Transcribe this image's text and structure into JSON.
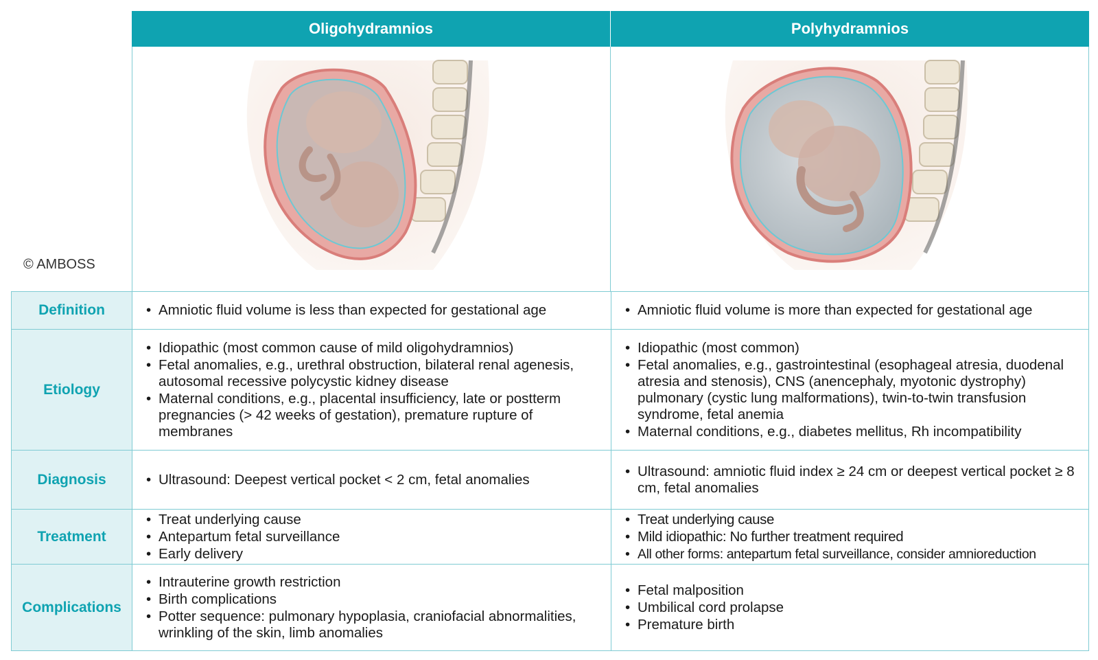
{
  "copyright": "© AMBOSS",
  "headers": {
    "left": "Oligohydramnios",
    "right": "Polyhydramnios"
  },
  "rows": [
    {
      "label": "Definition",
      "left": [
        "Amniotic fluid volume is less than expected for gestational age"
      ],
      "right": [
        "Amniotic fluid volume is more than expected for gestational age"
      ]
    },
    {
      "label": "Etiology",
      "left": [
        "Idiopathic (most common cause of mild oligohydramnios)",
        "Fetal anomalies, e.g., urethral obstruction, bilateral renal agenesis, autosomal recessive polycystic kidney disease",
        "Maternal conditions, e.g., placental insufficiency, late or postterm pregnancies (> 42 weeks of gestation), premature rupture of membranes"
      ],
      "right": [
        "Idiopathic (most common)",
        "Fetal anomalies, e.g., gastrointestinal (esophageal atresia, duodenal atresia and stenosis), CNS (anencephaly, myotonic dystrophy) pulmonary (cystic lung malformations), twin-to-twin transfusion syndrome, fetal anemia",
        "Maternal conditions, e.g., diabetes mellitus, Rh incompatibility"
      ]
    },
    {
      "label": "Diagnosis",
      "left": [
        "Ultrasound: Deepest vertical pocket < 2 cm, fetal anomalies"
      ],
      "right": [
        "Ultrasound: amniotic fluid index ≥ 24 cm or deepest vertical pocket ≥ 8 cm, fetal anomalies"
      ]
    },
    {
      "label": "Treatment",
      "left": [
        "Treat underlying cause",
        "Antepartum fetal surveillance",
        "Early delivery"
      ],
      "right": [
        "Treat underlying cause",
        "Mild idiopathic: No further treatment required",
        "All other forms: antepartum fetal surveillance, consider amnioreduction"
      ]
    },
    {
      "label": "Complications",
      "left": [
        "Intrauterine growth restriction",
        "Birth complications",
        "Potter sequence: pulmonary hypoplasia, craniofacial abnormalities, wrinkling of the skin, limb anomalies"
      ],
      "right": [
        "Fetal malposition",
        "Umbilical cord prolapse",
        "Premature birth"
      ]
    }
  ],
  "colors": {
    "header_bg": "#0fa3b1",
    "label_bg": "#dff2f4",
    "label_text": "#0fa3b1",
    "border": "#7fcbd3"
  }
}
